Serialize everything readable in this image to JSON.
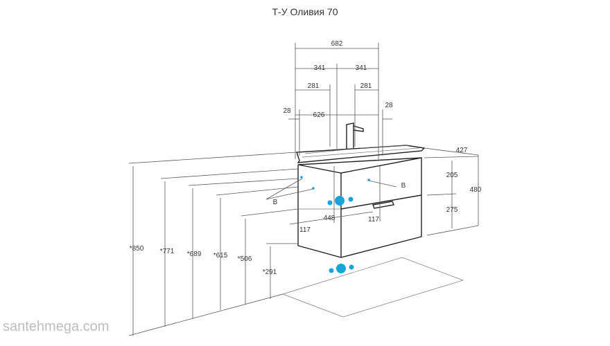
{
  "title": "Т-У Оливия 70",
  "watermark": "santehmega.com",
  "dimensions": {
    "w682": "682",
    "w341_left": "341",
    "w341_right": "341",
    "w281_left": "281",
    "w281_right": "281",
    "w28_left": "28",
    "w28_right": "28",
    "w626": "626",
    "d427": "427",
    "h205": "205",
    "h480": "480",
    "h275": "275",
    "h448": "448",
    "h117_left": "117",
    "h117_right": "117",
    "h850": "*850",
    "h771": "*771",
    "h689": "*689",
    "h615": "*615",
    "h506": "*506",
    "h291": "*291"
  },
  "markers": {
    "b_right": "B",
    "b_left": "B"
  },
  "colors": {
    "accent_blue": "#1aa3d9",
    "line": "#555555"
  }
}
